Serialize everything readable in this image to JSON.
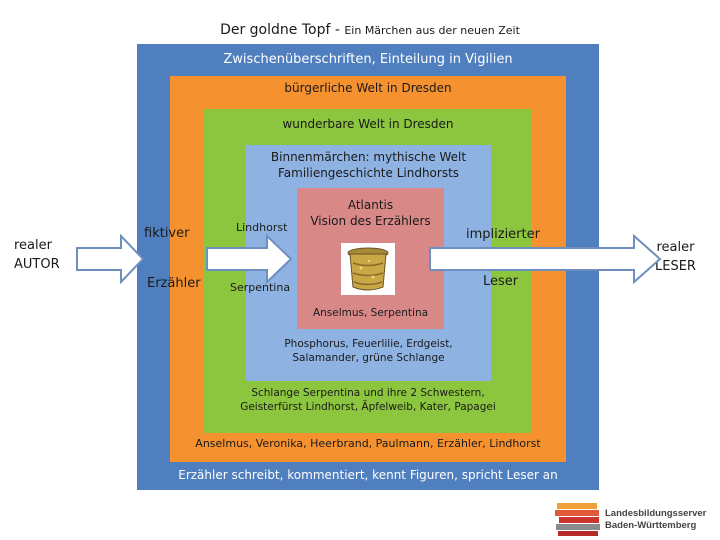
{
  "title": {
    "main": "Der goldne Topf - ",
    "sub": "Ein Märchen aus der neuen Zeit"
  },
  "layers": {
    "blue_top": "Zwischenüberschriften, Einteilung in Vigilien",
    "blue_bottom": "Erzähler schreibt, kommentiert, kennt Figuren, spricht Leser an",
    "orange_top": "bürgerliche Welt in Dresden",
    "orange_bottom": "Anselmus, Veronika, Heerbrand, Paulmann, Erzähler, Lindhorst",
    "green_top": "wunderbare Welt in Dresden",
    "green_bottom_1": "Schlange Serpentina und ihre 2 Schwestern,",
    "green_bottom_2": "Geisterfürst Lindhorst, Äpfelweib, Kater, Papagei",
    "lightblue_top_1": "Binnenmärchen: mythische Welt",
    "lightblue_top_2": "Familiengeschichte Lindhorsts",
    "lightblue_bottom_1": "Phosphorus, Feuerlilie, Erdgeist,",
    "lightblue_bottom_2": "Salamander, grüne Schlange",
    "red_top_1": "Atlantis",
    "red_top_2": "Vision des Erzählers",
    "red_bottom": "Anselmus, Serpentina"
  },
  "side": {
    "author_1": "realer",
    "author_2": "AUTOR",
    "narrator_1": "fiktiver",
    "narrator_2": "Erzähler",
    "reader_implied_1": "implizierter",
    "reader_implied_2": "Leser",
    "reader_real_1": "realer",
    "reader_real_2": "LESER",
    "lindhorst": "Lindhorst",
    "serpentina": "Serpentina"
  },
  "logo": {
    "line1": "Landesbildungsserver",
    "line2": "Baden-Württemberg"
  },
  "colors": {
    "blue": "#4f7fbf",
    "orange": "#f5922f",
    "green": "#8cc63f",
    "lightblue": "#8eb3e3",
    "red": "#d98888"
  }
}
